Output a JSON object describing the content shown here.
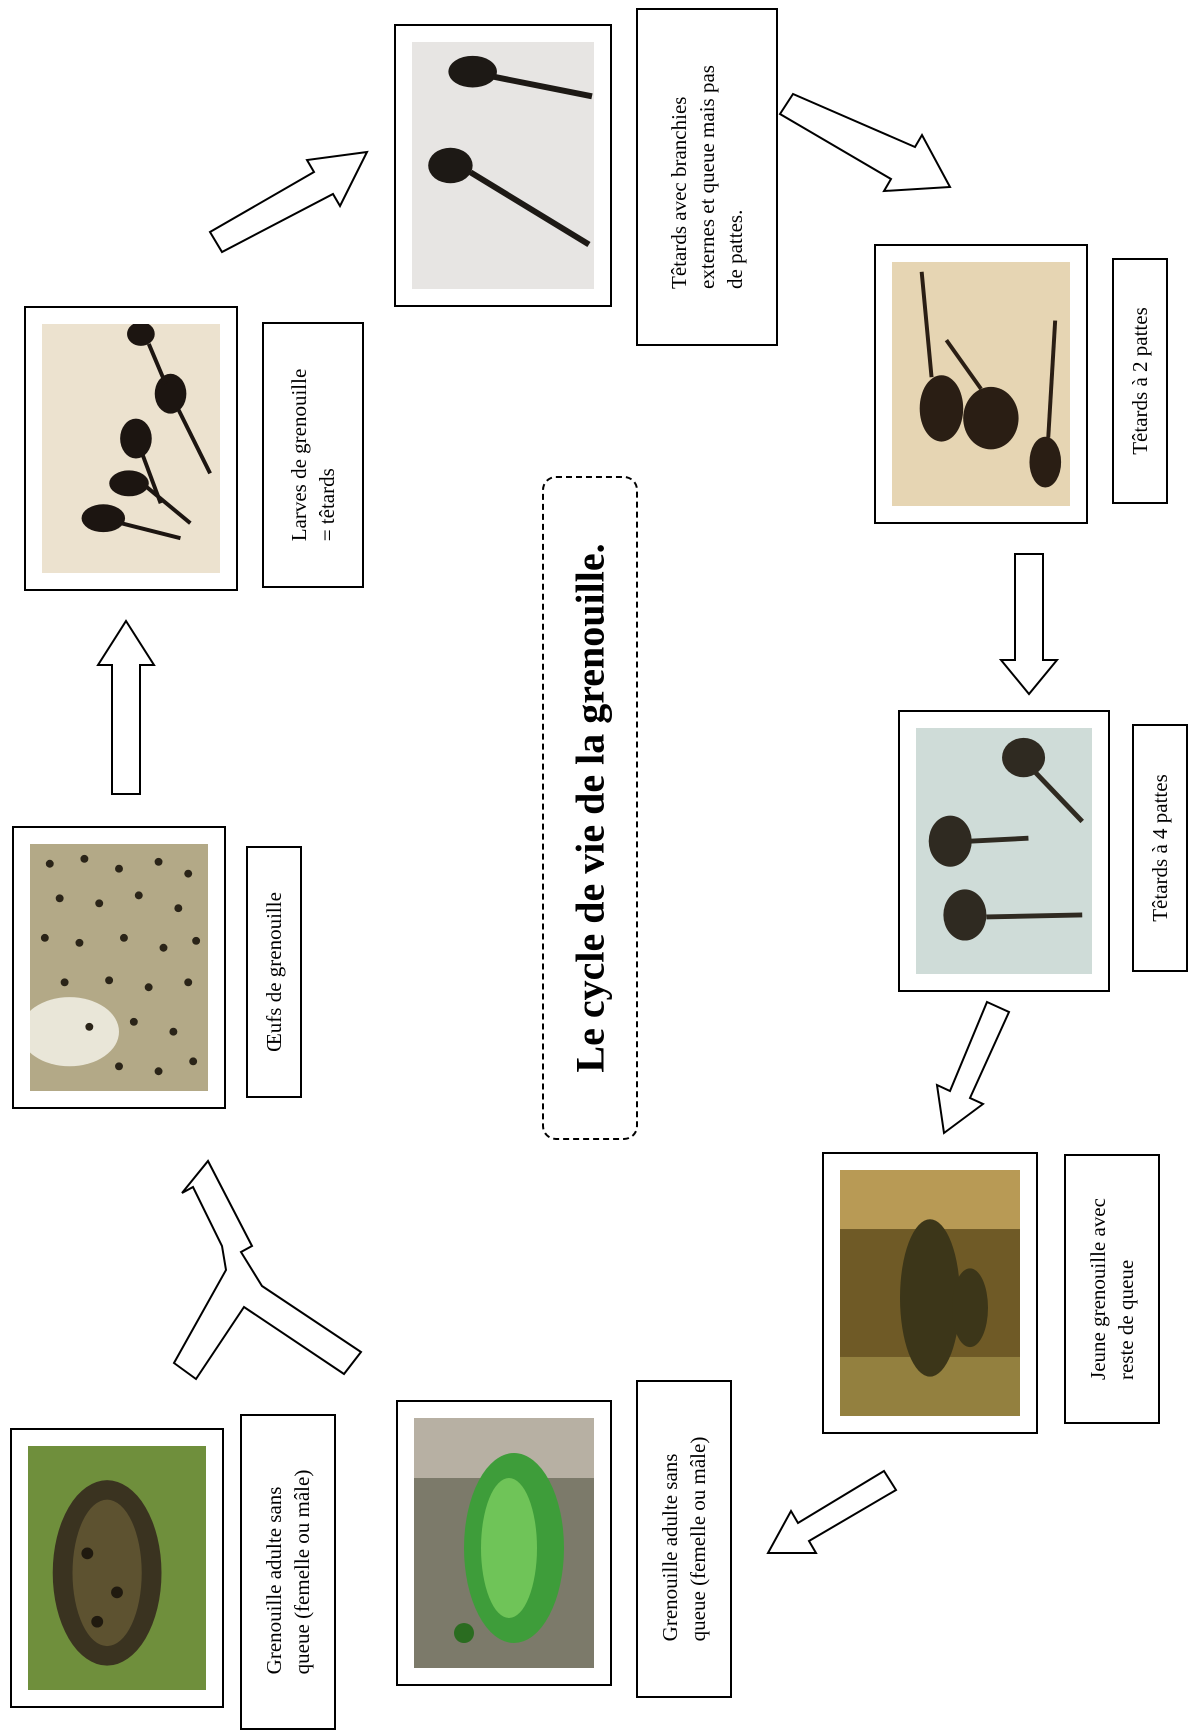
{
  "title": "Le cycle de vie de la grenouille.",
  "stages": [
    {
      "id": "eggs",
      "lines": [
        "Œufs de grenouille"
      ],
      "image": "frog-eggs-photo"
    },
    {
      "id": "larvae",
      "lines": [
        "Larves de grenouille",
        "= têtards"
      ],
      "image": "tadpoles-photo"
    },
    {
      "id": "gills",
      "lines": [
        "Têtards avec branchies",
        "externes et queue mais pas",
        "de pattes."
      ],
      "image": "tadpoles-gills-photo"
    },
    {
      "id": "two-legs",
      "lines": [
        "Têtards à 2 pattes"
      ],
      "image": "tadpoles-two-legs-photo"
    },
    {
      "id": "four-legs",
      "lines": [
        "Têtards à 4 pattes"
      ],
      "image": "tadpoles-four-legs-photo"
    },
    {
      "id": "young-frog",
      "lines": [
        "Jeune grenouille avec",
        "reste de queue"
      ],
      "image": "young-frog-photo"
    },
    {
      "id": "adult-green",
      "lines": [
        "Grenouille adulte sans",
        "queue (femelle ou mâle)"
      ],
      "image": "adult-green-frog-photo"
    },
    {
      "id": "adult-brown",
      "lines": [
        "Grenouille adulte sans",
        "queue (femelle ou mâle)"
      ],
      "image": "adult-brown-frog-photo"
    }
  ],
  "colors": {
    "border": "#000000",
    "arrow_fill": "#ffffff",
    "background": "#ffffff"
  }
}
